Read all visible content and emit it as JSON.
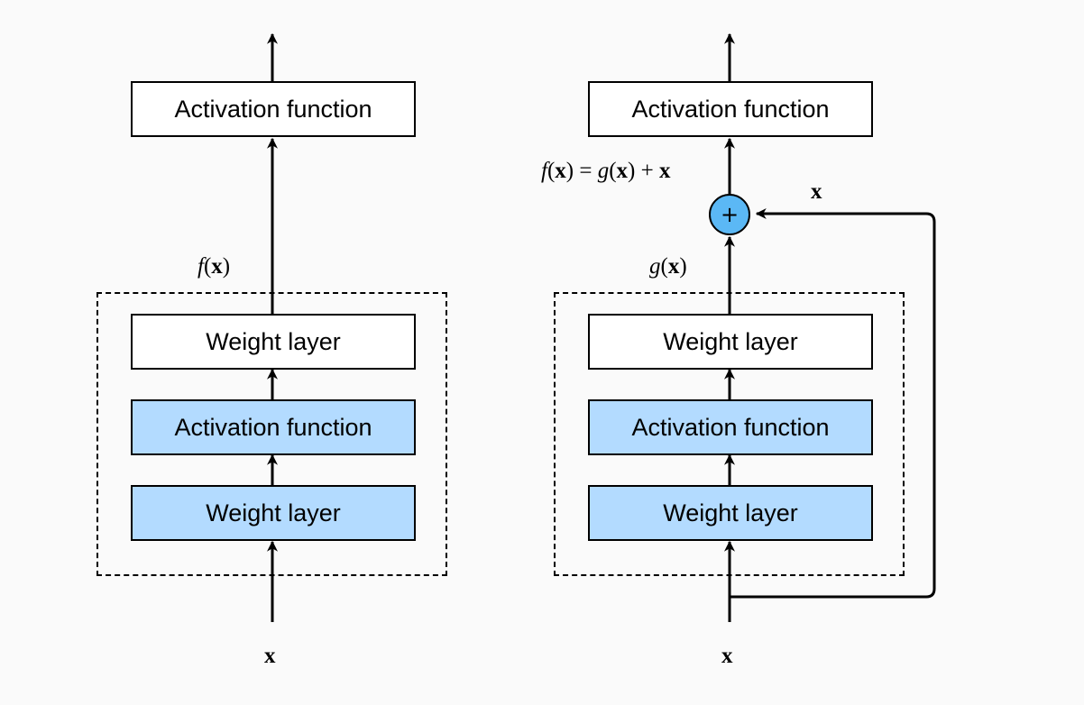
{
  "left_block": {
    "output_box": "Activation function",
    "inner_top": "Weight layer",
    "inner_middle": "Activation function",
    "inner_bottom": "Weight layer",
    "output_label": "f(x)",
    "input_label": "x"
  },
  "right_block": {
    "output_box": "Activation function",
    "inner_top": "Weight layer",
    "inner_middle": "Activation function",
    "inner_bottom": "Weight layer",
    "residual_label": "f(x) = g(x) + x",
    "inner_label": "g(x)",
    "skip_label": "x",
    "sum_symbol": "+",
    "input_label": "x"
  },
  "colors": {
    "background": "#fafafa",
    "box_fill_white": "#ffffff",
    "box_fill_blue": "#b3dbff",
    "sum_node_fill": "#5bb8f5",
    "stroke": "#000000"
  }
}
